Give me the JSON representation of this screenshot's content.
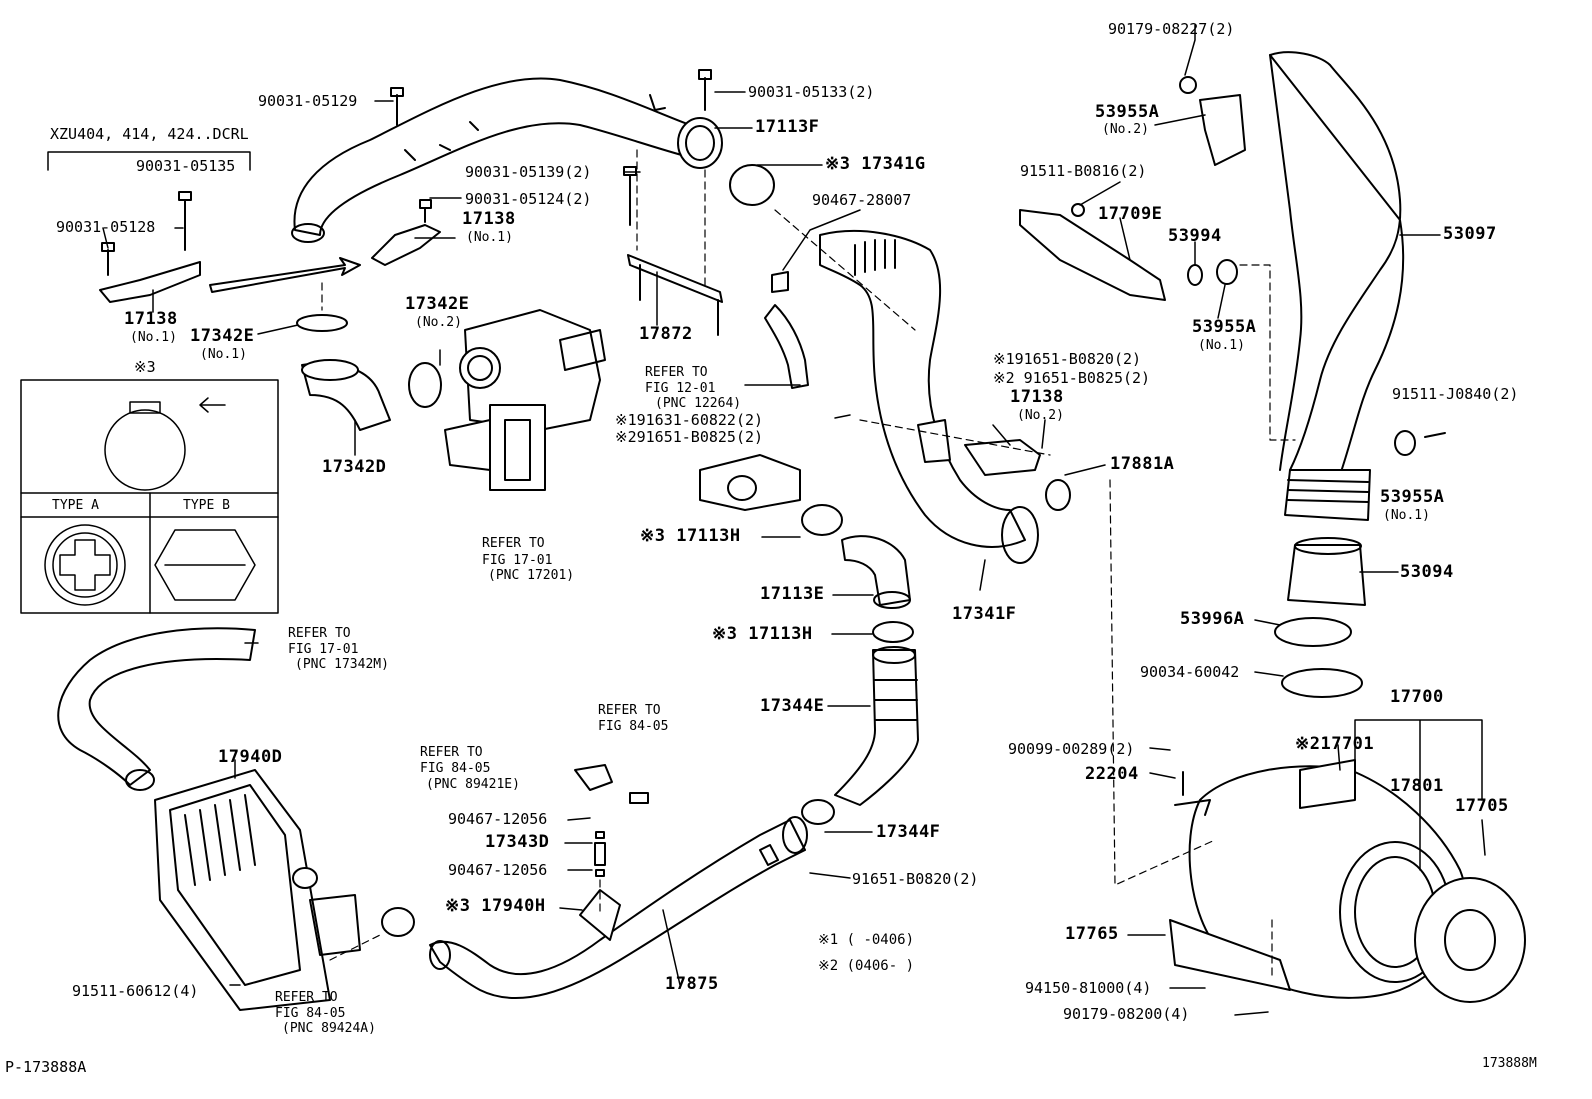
{
  "diagram": {
    "code_bottom_left": "P-173888A",
    "code_bottom_right": "173888M",
    "applicability": "XZU404, 414, 424..DCRL",
    "note_1": "※1 (      -0406)",
    "note_2": "※2 (0406-      )",
    "clamp_mark": "※3",
    "type_a": "TYPE A",
    "type_b": "TYPE B"
  },
  "labels": {
    "p_90179_08227": "90179-08227(2)",
    "p_53955A_no2": "53955A",
    "no2_a": "(No.2)",
    "p_91511_B0816": "91511-B0816(2)",
    "p_17709E": "17709E",
    "p_53994": "53994",
    "p_53097": "53097",
    "p_53955A_no1_a": "53955A",
    "no1_a": "(No.1)",
    "p_91511_J0840": "91511-J0840(2)",
    "p_53955A_no1_b": "53955A",
    "no1_b": "(No.1)",
    "p_53094": "53094",
    "p_53996A": "53996A",
    "p_90034_60042": "90034-60042",
    "p_17700": "17700",
    "p_17701": "※217701",
    "p_17801": "17801",
    "p_17705": "17705",
    "p_90099_00289": "90099-00289(2)",
    "p_22204": "22204",
    "p_17765": "17765",
    "p_94150_81000": "94150-81000(4)",
    "p_90179_08200": "90179-08200(4)",
    "p_90031_05129": "90031-05129",
    "p_90031_05133": "90031-05133(2)",
    "p_17113F": "17113F",
    "p_90031_05135": "90031-05135",
    "p_90031_05139": "90031-05139(2)",
    "p_17341G": "※3 17341G",
    "p_90467_28007": "90467-28007",
    "p_90031_05124": "90031-05124(2)",
    "p_17138_no1_top": "17138",
    "no1_c": "(No.1)",
    "p_90031_05128": "90031-05128",
    "p_17138_no1_left": "17138",
    "no1_d": "(No.1)",
    "p_17342E_left": "17342E",
    "no1_e": "(No.1)",
    "p_17342E_top": "17342E",
    "no2_b": "(No.2)",
    "p_17872": "17872",
    "p_17342D": "17342D",
    "refer_12_01_a": "REFER TO",
    "refer_12_01_b": "FIG 12-01",
    "refer_12_01_c": "(PNC 12264)",
    "p_91631_60822": "※191631-60822(2)",
    "p_91651_B0825_a": "※291651-B0825(2)",
    "p_91651_B0820_a": "※191651-B0820(2)",
    "p_91651_B0825_b": "※2 91651-B0825(2)",
    "p_17138_no2": "17138",
    "no2_c": "(No.2)",
    "p_17881A": "17881A",
    "p_17113H_a": "※3 17113H",
    "refer_17_01_a": "REFER TO",
    "refer_17_01_b": "FIG 17-01",
    "refer_17_01_c": "(PNC 17201)",
    "p_17113E": "17113E",
    "p_17341F": "17341F",
    "p_17113H_b": "※3 17113H",
    "refer_17342M_a": "REFER TO",
    "refer_17342M_b": "FIG 17-01",
    "refer_17342M_c": "(PNC 17342M)",
    "p_17344E": "17344E",
    "p_17940D": "17940D",
    "refer_84_05_a1": "REFER TO",
    "refer_84_05_a2": "FIG 84-05",
    "refer_84_05_b1": "REFER TO",
    "refer_84_05_b2": "FIG 84-05",
    "refer_84_05_b3": "(PNC 89421E)",
    "p_90467_12056_a": "90467-12056",
    "p_17343D": "17343D",
    "p_90467_12056_b": "90467-12056",
    "p_17344F": "17344F",
    "p_91651_B0820_b": "91651-B0820(2)",
    "p_17940H": "※3 17940H",
    "p_17875": "17875",
    "p_91511_60612": "91511-60612(4)",
    "refer_84_05_c1": "REFER TO",
    "refer_84_05_c2": "FIG 84-05",
    "refer_84_05_c3": "(PNC 89424A)"
  }
}
